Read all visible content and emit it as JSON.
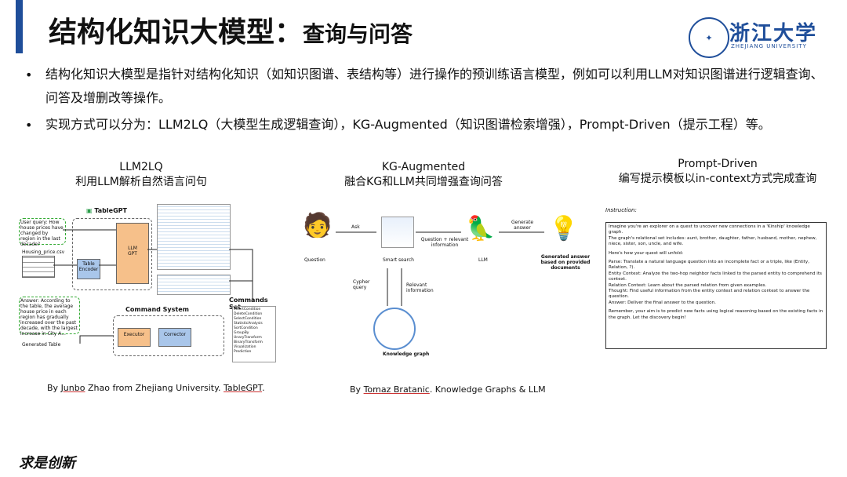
{
  "title": {
    "main": "结构化知识大模型：",
    "sub": "查询与问答"
  },
  "logo": {
    "cn": "浙江大学",
    "en": "ZHEJIANG UNIVERSITY"
  },
  "bullets": [
    "结构化知识大模型是指针对结构化知识（如知识图谱、表结构等）进行操作的预训练语言模型，例如可以利用LLM对知识图谱进行逻辑查询、问答及增删改等操作。",
    "实现方式可以分为：LLM2LQ（大模型生成逻辑查询），KG-Augmented（知识图谱检索增强），Prompt-Driven（提示工程）等。"
  ],
  "columns": [
    {
      "name": "LLM2LQ",
      "desc": "利用LLM解析自然语言问句"
    },
    {
      "name": "KG-Augmented",
      "desc": "融合KG和LLM共同增强查询问答"
    },
    {
      "name": "Prompt-Driven",
      "desc": "编写提示模板以in-context方式完成查询"
    }
  ],
  "tablegpt": {
    "logo": "TableGPT",
    "user_query": "User query: How house prices have changed by region in the last decade?",
    "file": "Housing_price.csv",
    "table_encoder": "Table Encoder",
    "llm": "LLM",
    "gpt": "GPT",
    "answer": "Answer: According to the table, the average house price in each region has gradually increased over the past decade, with the largest increase in City A...",
    "command_system": "Command System",
    "commands_set": "Commands Set",
    "executor": "Executor",
    "corrector": "Corrector",
    "generated_table": "Generated Table",
    "commands": [
      "InsertCondition",
      "DeleteCondition",
      "SelectCondition",
      "StatisticAnalysis",
      "SortCondition",
      "GroupBy",
      "UnaryTransform",
      "BinaryTransform",
      "Visualization",
      "Prediction"
    ]
  },
  "kg": {
    "question": "Question",
    "ask": "Ask",
    "smart_search": "Smart search",
    "qri": "Question + relevant information",
    "llm": "LLM",
    "generate_answer": "Generate answer",
    "gen_answer_based": "Generated answer based on provided documents",
    "cypher": "Cypher query",
    "relevant": "Relevant information",
    "kg": "Knowledge graph"
  },
  "prompt": {
    "instruction": "Instruction:",
    "lines": [
      "Imagine you're an explorer on a quest to uncover new connections in a 'Kinship' knowledge graph.",
      "The graph's relational set includes: aunt, brother, daughter, father, husband, mother, nephew, niece, sister, son, uncle, and wife.",
      "",
      "Here's how your quest will unfold:",
      "",
      "Parse: Translate a natural language question into an incomplete fact or a triple, like (Entity, Relation, ?).",
      "Entity Context: Analyze the two-hop neighbor facts linked to the parsed entity to comprehend its context.",
      "Relation Context: Learn about the parsed relation from given examples.",
      "Thought: Find useful information from the entity context and relation context to answer the question.",
      "Answer: Deliver the final answer to the question.",
      "",
      "Remember, your aim is to predict new facts using logical reasoning based on the existing facts in the graph. Let the discovery begin!"
    ]
  },
  "credits": {
    "left_by": "By ",
    "left_name": "Junbo",
    "left_rest": " Zhao from Zhejiang University. ",
    "left_link": "TableGPT",
    "left_end": ".",
    "mid_by": "By ",
    "mid_name": "Tomaz Bratanic",
    "mid_rest": ". Knowledge Graphs & LLM"
  },
  "signature": "求是创新",
  "colors": {
    "accent": "#1f4e9a",
    "parrot": "#d62b2b",
    "bulb": "#f4b400"
  }
}
